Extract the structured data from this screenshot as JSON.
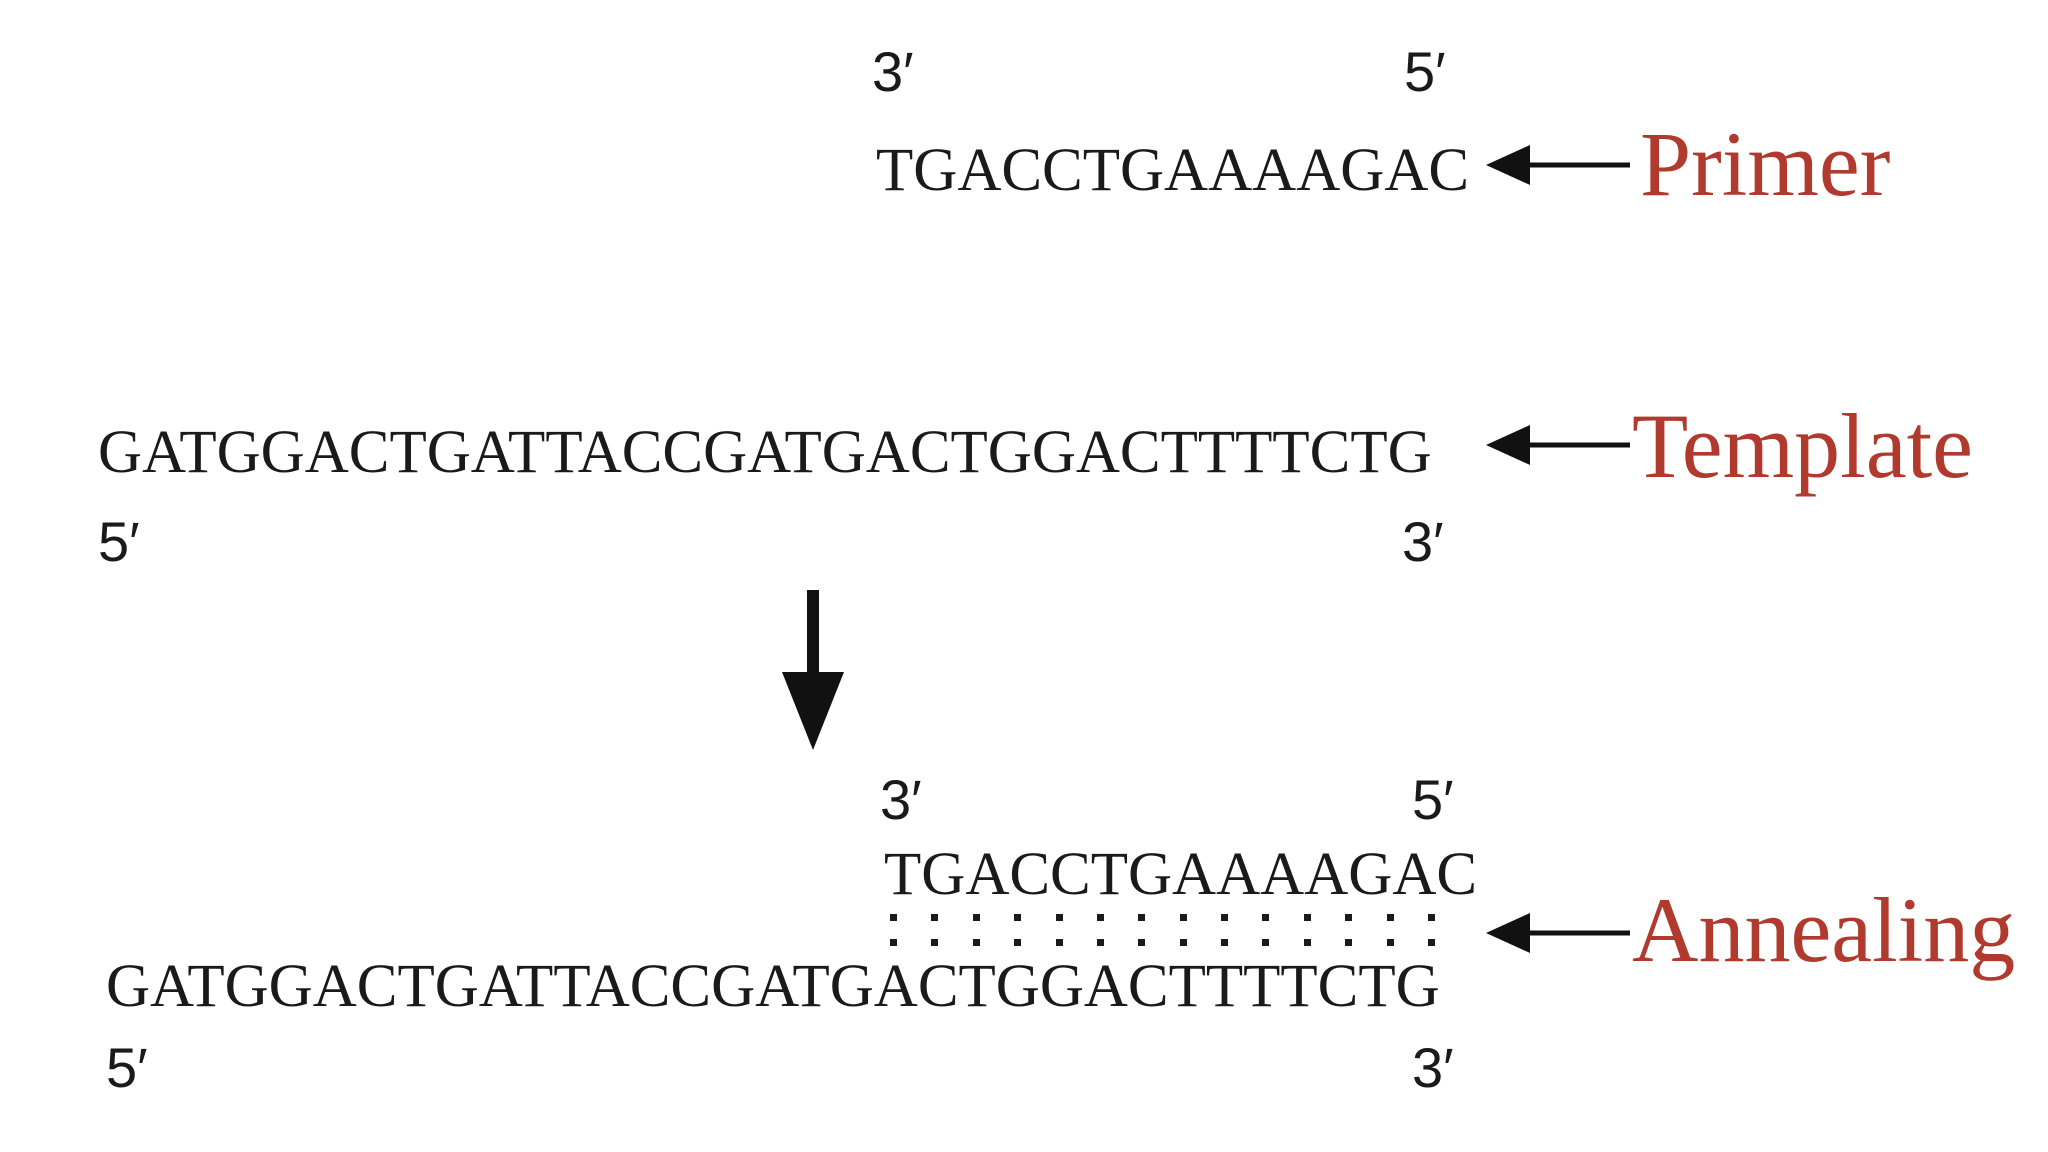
{
  "primer": {
    "sequence": "TGACCTGAAAAGAC",
    "end_left": "3′",
    "end_right": "5′",
    "label": "Primer"
  },
  "template": {
    "sequence": "GATGGACTGATTACCGATGACTGGACTTTTCTG",
    "end_left": "5′",
    "end_right": "3′",
    "label": "Template"
  },
  "annealing": {
    "primer_sequence": "TGACCTGAAAAGAC",
    "primer_end_left": "3′",
    "primer_end_right": "5′",
    "template_sequence": "GATGGACTGATTACCGATGACTGGACTTTTCTG",
    "template_end_left": "5′",
    "template_end_right": "3′",
    "base_pair_count": 14,
    "label": "Annealing"
  },
  "colors": {
    "label": "#b03a2e",
    "text": "#1a1a1a"
  }
}
